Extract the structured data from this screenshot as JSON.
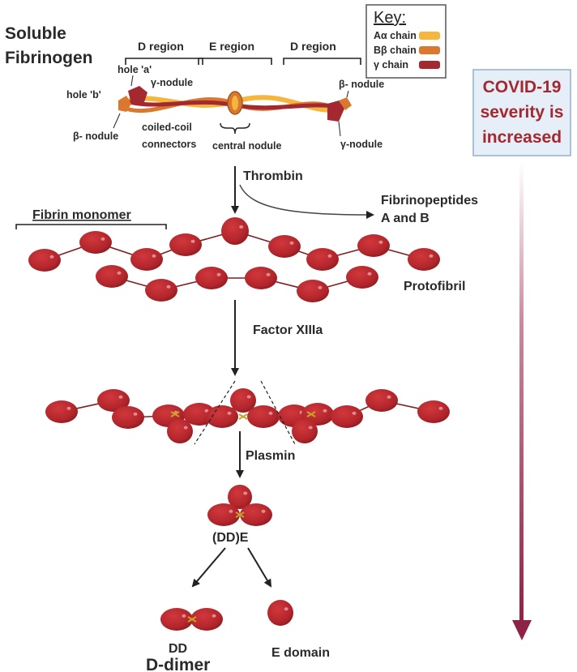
{
  "title": {
    "line1": "Soluble",
    "line2": "Fibrinogen"
  },
  "regions": {
    "d_left": "D region",
    "e": "E region",
    "d_right": "D region"
  },
  "fibrinogen_labels": {
    "hole_a": "hole 'a'",
    "hole_b": "hole 'b'",
    "gamma_nodule_left": "γ-nodule",
    "beta_nodule_left": "β- nodule",
    "beta_nodule_right": "β- nodule",
    "gamma_nodule_right": "γ-nodule",
    "coiled_coil_1": "coiled-coil",
    "coiled_coil_2": "connectors",
    "central_nodule": "central nodule"
  },
  "key": {
    "title": "Key:",
    "items": [
      {
        "label": "Aα chain",
        "color": "#f5b63c"
      },
      {
        "label": "Bβ chain",
        "color": "#d9782e"
      },
      {
        "label": "γ chain",
        "color": "#a3282f"
      }
    ]
  },
  "covid": {
    "line1": "COVID-19",
    "line2": "severity is",
    "line3": "increased",
    "color": "#a3282f",
    "box_fill": "#e6eef8",
    "box_stroke": "#8fb0d6"
  },
  "steps": {
    "thrombin": "Thrombin",
    "fibrinopeptides_1": "Fibrinopeptides",
    "fibrinopeptides_2": "A and B",
    "fibrin_monomer": "Fibrin monomer",
    "protofibril": "Protofibril",
    "factor": "Factor XIIIa",
    "plasmin": "Plasmin",
    "dde": "(DD)E",
    "dd": "DD",
    "d_dimer": "D-dimer",
    "e_domain": "E domain"
  },
  "colors": {
    "nodule": "#b3262c",
    "nodule_dark": "#8c1c21",
    "link": "#7a1f24",
    "crosslink": "#c9a227",
    "arrow": "#222222"
  }
}
